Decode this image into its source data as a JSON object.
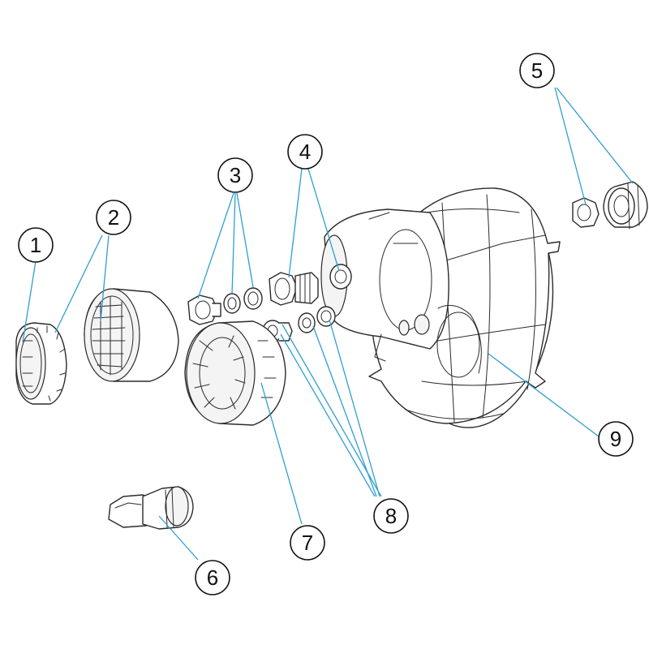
{
  "callouts": [
    {
      "id": "1",
      "label": "1"
    },
    {
      "id": "2",
      "label": "2"
    },
    {
      "id": "3",
      "label": "3"
    },
    {
      "id": "4",
      "label": "4"
    },
    {
      "id": "5",
      "label": "5"
    },
    {
      "id": "6",
      "label": "6"
    },
    {
      "id": "7",
      "label": "7"
    },
    {
      "id": "8",
      "label": "8"
    },
    {
      "id": "9",
      "label": "9"
    }
  ],
  "colors": {
    "leader": "#2f9fcf",
    "line": "#2b2b2b",
    "background": "#ffffff"
  }
}
